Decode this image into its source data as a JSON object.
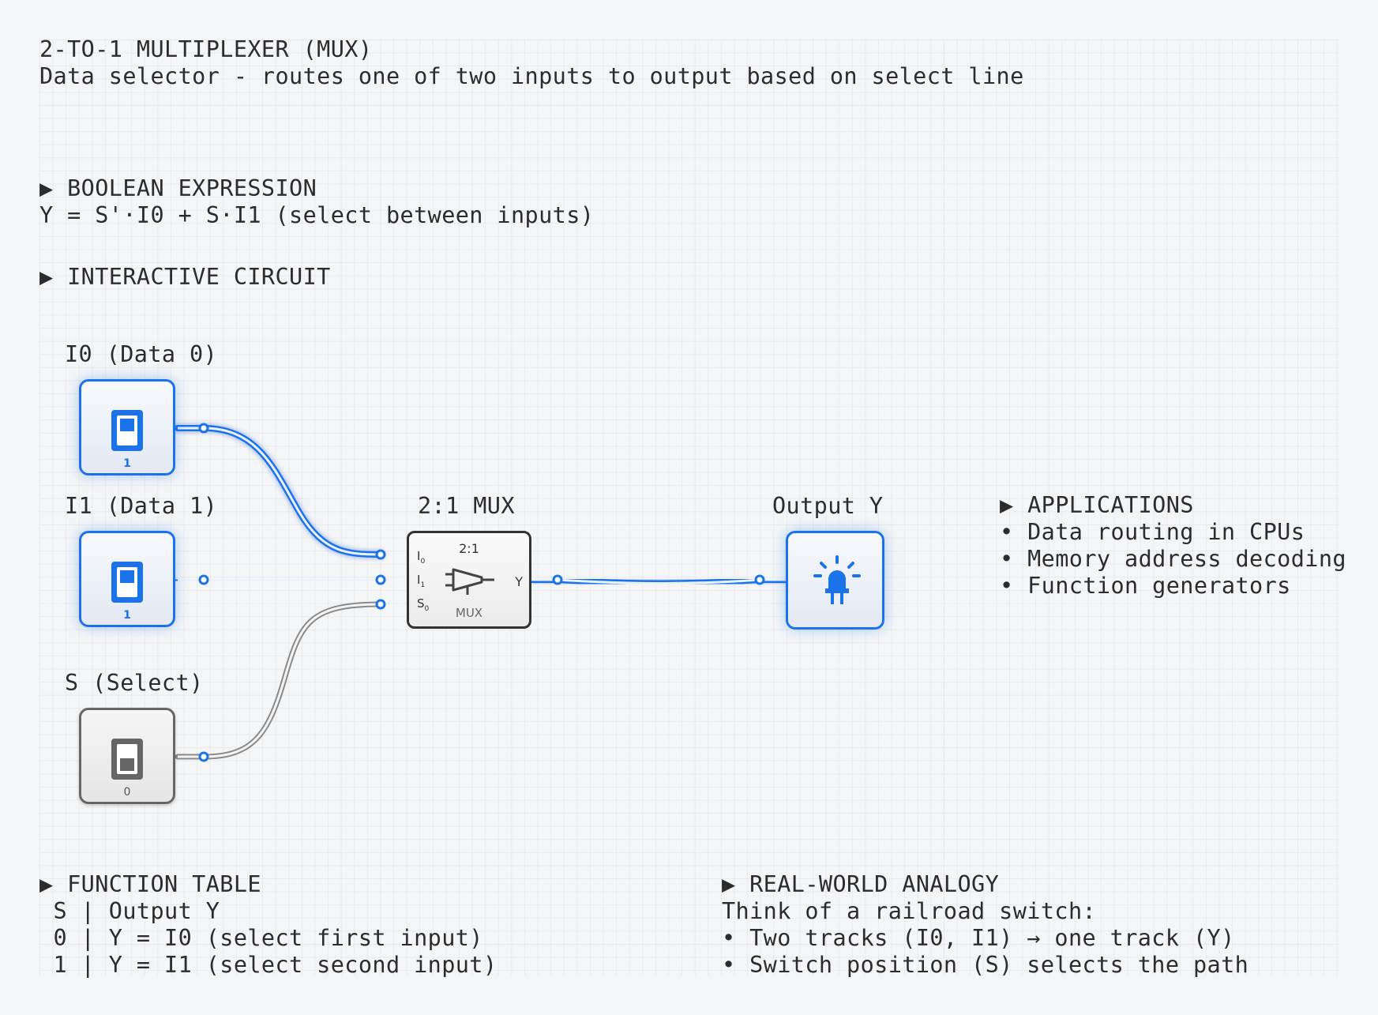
{
  "header": {
    "title": "2-TO-1 MULTIPLEXER (MUX)",
    "subtitle": "Data selector - routes one of two inputs to output based on select line"
  },
  "boolean": {
    "heading": "▶ BOOLEAN EXPRESSION",
    "expression": "Y = S'·I0 + S·I1 (select between inputs)"
  },
  "circuit": {
    "heading": "▶ INTERACTIVE CIRCUIT",
    "inputs": [
      {
        "label": "I0 (Data 0)",
        "value": "1",
        "state": "on"
      },
      {
        "label": "I1 (Data 1)",
        "value": "1",
        "state": "on"
      },
      {
        "label": "S (Select)",
        "value": "0",
        "state": "off"
      }
    ],
    "mux": {
      "label": "2:1 MUX",
      "top_text": "2:1",
      "bottom_text": "MUX",
      "pin_i0": "I",
      "pin_i0_sub": "0",
      "pin_i1": "I",
      "pin_i1_sub": "1",
      "pin_s": "S",
      "pin_s_sub": "0",
      "pin_y": "Y"
    },
    "output": {
      "label": "Output Y",
      "state": "on"
    },
    "active_color": "#1a73e8",
    "inactive_color": "#8a8a8a"
  },
  "applications": {
    "heading": "▶ APPLICATIONS",
    "items": [
      "• Data routing in CPUs",
      "• Memory address decoding",
      "• Function generators"
    ]
  },
  "function_table": {
    "heading": "▶ FUNCTION TABLE",
    "rows": [
      " S | Output Y",
      " 0 | Y = I0 (select first input)",
      " 1 | Y = I1 (select second input)"
    ]
  },
  "analogy": {
    "heading": "▶ REAL-WORLD ANALOGY",
    "lines": [
      "Think of a railroad switch:",
      "• Two tracks (I0, I1) → one track (Y)",
      "• Switch position (S) selects the path"
    ]
  }
}
